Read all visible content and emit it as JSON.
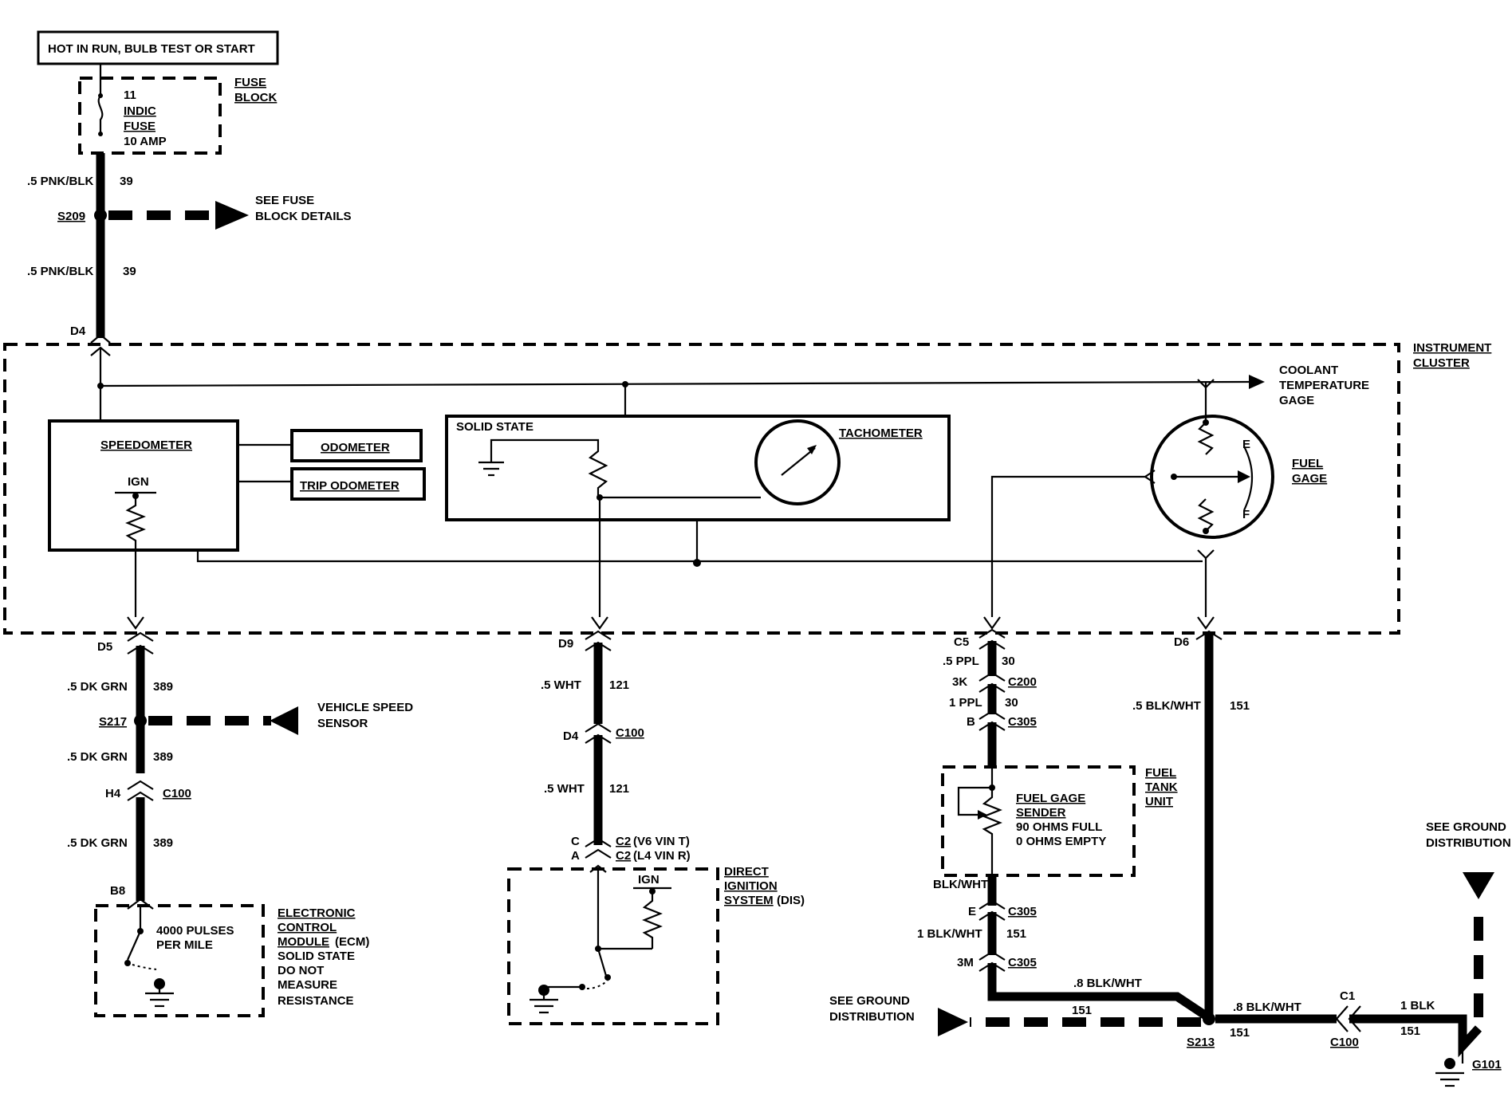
{
  "header": {
    "power_label": "HOT IN RUN, BULB TEST OR START"
  },
  "fuse_block": {
    "title_1": "FUSE",
    "title_2": "BLOCK",
    "fuse_number": "11",
    "fuse_name_1": "INDIC",
    "fuse_name_2": "FUSE",
    "fuse_rating": "10 AMP"
  },
  "top_circuit": {
    "wire_1": ".5 PNK/BLK",
    "circuit_1": "39",
    "splice": "S209",
    "splice_note_1": "SEE FUSE",
    "splice_note_2": "BLOCK DETAILS",
    "wire_2": ".5 PNK/BLK",
    "circuit_2": "39",
    "pin": "D4"
  },
  "cluster": {
    "title_1": "INSTRUMENT",
    "title_2": "CLUSTER",
    "speedometer": "SPEEDOMETER",
    "ign": "IGN",
    "odometer": "ODOMETER",
    "trip_odometer": "TRIP ODOMETER",
    "solid_state": "SOLID STATE",
    "tachometer": "TACHOMETER",
    "coolant_1": "COOLANT",
    "coolant_2": "TEMPERATURE",
    "coolant_3": "GAGE",
    "fuel_gage_1": "FUEL",
    "fuel_gage_2": "GAGE",
    "gage_e": "E",
    "gage_f": "F"
  },
  "speed_circuit": {
    "pin_top": "D5",
    "wire_1": ".5 DK GRN",
    "circuit_1": "389",
    "splice": "S217",
    "vss_1": "VEHICLE SPEED",
    "vss_2": "SENSOR",
    "wire_2": ".5 DK GRN",
    "circuit_2": "389",
    "conn_pin": "H4",
    "conn": "C100",
    "wire_3": ".5 DK GRN",
    "circuit_3": "389",
    "pin_bottom": "B8",
    "pulses_1": "4000 PULSES",
    "pulses_2": "PER MILE",
    "ecm_1": "ELECTRONIC",
    "ecm_2": "CONTROL",
    "ecm_3": "MODULE",
    "ecm_3b": "(ECM)",
    "ecm_4": "SOLID STATE",
    "ecm_5": "DO NOT",
    "ecm_6": "MEASURE",
    "ecm_7": "RESISTANCE"
  },
  "tach_circuit": {
    "pin_top": "D9",
    "wire_1": ".5 WHT",
    "circuit_1": "121",
    "conn_pin": "D4",
    "conn": "C100",
    "wire_2": ".5 WHT",
    "circuit_2": "121",
    "pin_c": "C",
    "pin_a": "A",
    "conn_c2a": "C2",
    "conn_c2a_note": "(V6 VIN T)",
    "conn_c2b": "C2",
    "conn_c2b_note": "(L4 VIN R)",
    "ign": "IGN",
    "dis_1": "DIRECT",
    "dis_2": "IGNITION",
    "dis_3": "SYSTEM",
    "dis_3b": "(DIS)"
  },
  "fuel_circuit": {
    "pin_top": "C5",
    "wire_1": ".5 PPL",
    "circuit_1": "30",
    "pin_3k": "3K",
    "conn_c200": "C200",
    "wire_2": "1 PPL",
    "circuit_2": "30",
    "pin_b": "B",
    "conn_c305a": "C305",
    "sender_1": "FUEL GAGE",
    "sender_2": "SENDER",
    "sender_3": "90 OHMS FULL",
    "sender_4": "0 OHMS EMPTY",
    "tank_1": "FUEL",
    "tank_2": "TANK",
    "tank_3": "UNIT",
    "wire_3": "BLK/WHT",
    "pin_e": "E",
    "conn_c305b": "C305",
    "wire_4": "1 BLK/WHT",
    "circuit_4": "151",
    "pin_3m": "3M",
    "conn_c305c": "C305",
    "wire_5": ".8 BLK/WHT",
    "circuit_5": "151"
  },
  "ground_circuit": {
    "pin_top": "D6",
    "wire_1": ".5 BLK/WHT",
    "circuit_1": "151",
    "see_ground_left_1": "SEE GROUND",
    "see_ground_left_2": "DISTRIBUTION",
    "splice": "S213",
    "wire_2": ".8 BLK/WHT",
    "circuit_2": "151",
    "conn_pin": "C1",
    "conn": "C100",
    "wire_3": "1 BLK",
    "circuit_3": "151",
    "see_ground_right_1": "SEE GROUND",
    "see_ground_right_2": "DISTRIBUTION",
    "ground": "G101"
  }
}
